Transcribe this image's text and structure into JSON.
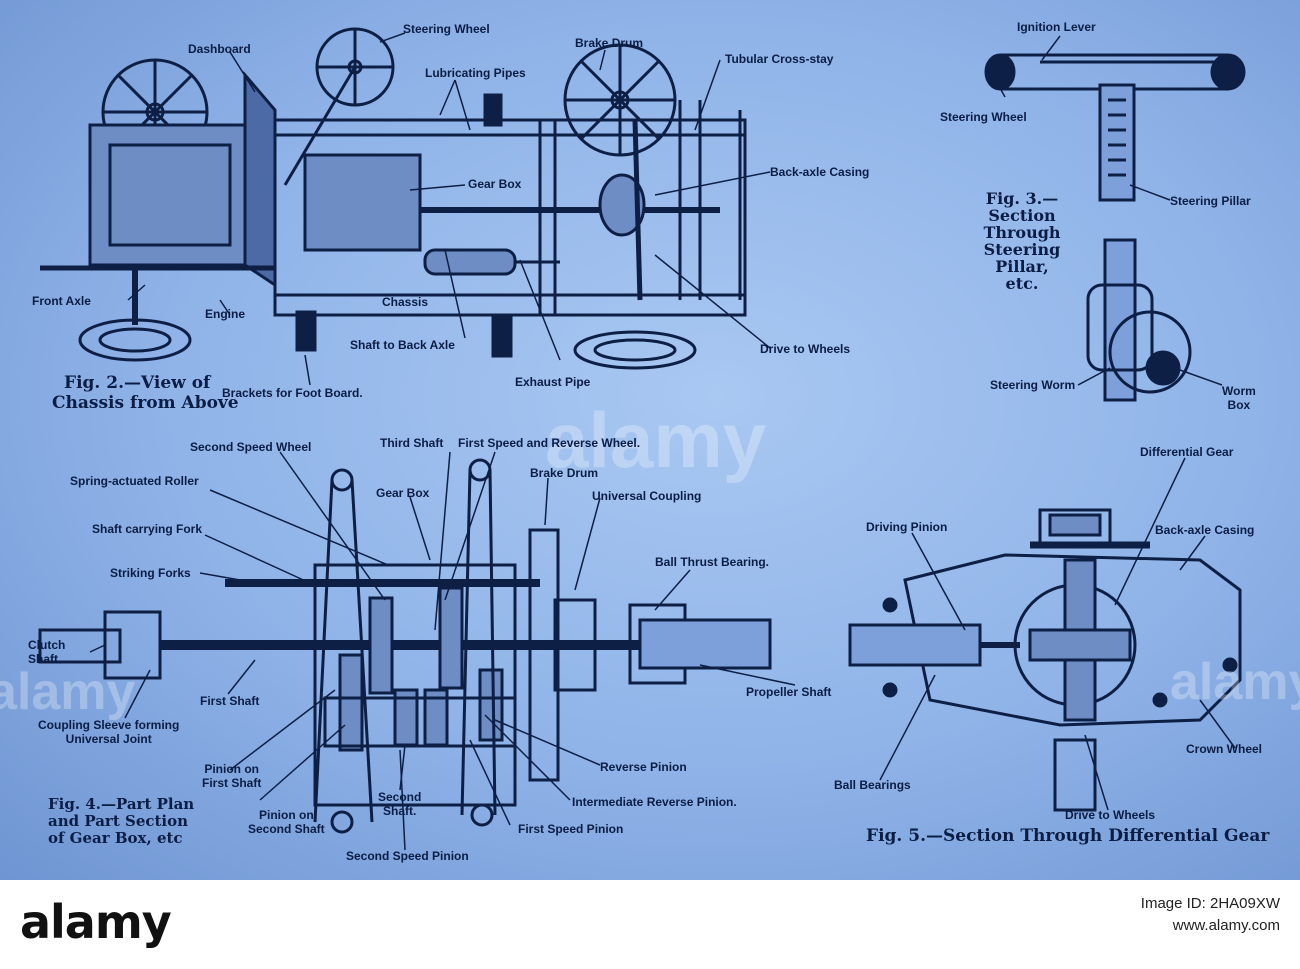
{
  "fig2": {
    "labels": {
      "dashboard": "Dashboard",
      "steering_wheel": "Steering Wheel",
      "lubricating_pipes": "Lubricating Pipes",
      "brake_drum": "Brake Drum",
      "tubular_cross_stay": "Tubular Cross-stay",
      "gear_box": "Gear Box",
      "back_axle_casing": "Back-axle Casing",
      "front_axle": "Front Axle",
      "engine": "Engine",
      "chassis": "Chassis",
      "shaft_to_back_axle": "Shaft to Back Axle",
      "drive_to_wheels": "Drive to Wheels",
      "exhaust_pipe": "Exhaust Pipe",
      "brackets_for_foot_board": "Brackets for Foot Board."
    },
    "caption": [
      "Fig. 2.—View of",
      "Chassis from Above"
    ]
  },
  "fig3": {
    "labels": {
      "ignition_lever": "Ignition Lever",
      "steering_wheel": "Steering Wheel",
      "steering_pillar": "Steering Pillar",
      "steering_worm": "Steering Worm",
      "worm_box": [
        "Worm",
        "Box"
      ]
    },
    "caption": [
      "Fig. 3.—",
      "Section",
      "Through",
      "Steering",
      "Pillar,",
      "etc."
    ]
  },
  "fig4": {
    "labels": {
      "second_speed_wheel": "Second Speed Wheel",
      "third_shaft": "Third Shaft",
      "first_speed_reverse_wheel": "First Speed and Reverse Wheel.",
      "spring_actuated_roller": "Spring-actuated Roller",
      "gear_box": "Gear Box",
      "brake_drum": "Brake Drum",
      "universal_coupling": "Universal Coupling",
      "shaft_carrying_fork": "Shaft carrying Fork",
      "ball_thrust_bearing": "Ball Thrust Bearing.",
      "striking_forks": "Striking Forks",
      "clutch_shaft": [
        "Clutch",
        "Shaft"
      ],
      "first_shaft": "First Shaft",
      "propeller_shaft": "Propeller Shaft",
      "coupling_sleeve": [
        "Coupling Sleeve forming",
        "Universal Joint"
      ],
      "pinion_on_first_shaft": [
        "Pinion on",
        "First Shaft"
      ],
      "pinion_on_second_shaft": [
        "Pinion on",
        "Second Shaft"
      ],
      "second_shaft": [
        "Second",
        "Shaft."
      ],
      "reverse_pinion": "Reverse Pinion",
      "intermediate_reverse_pinion": "Intermediate Reverse Pinion.",
      "first_speed_pinion": "First Speed Pinion",
      "second_speed_pinion": "Second Speed Pinion"
    },
    "caption": [
      "Fig. 4.—Part Plan",
      "and Part Section",
      "of Gear Box, etc"
    ]
  },
  "fig5": {
    "labels": {
      "differential_gear": "Differential Gear",
      "driving_pinion": "Driving Pinion",
      "back_axle_casing": "Back-axle Casing",
      "crown_wheel": "Crown Wheel",
      "ball_bearings": "Ball Bearings",
      "drive_to_wheels": "Drive to Wheels"
    },
    "caption": "Fig. 5.—Section Through Differential Gear"
  },
  "watermark": "alamy",
  "footer": {
    "brand": "alamy",
    "image_id": "Image ID: 2HA09XW",
    "site": "www.alamy.com"
  }
}
